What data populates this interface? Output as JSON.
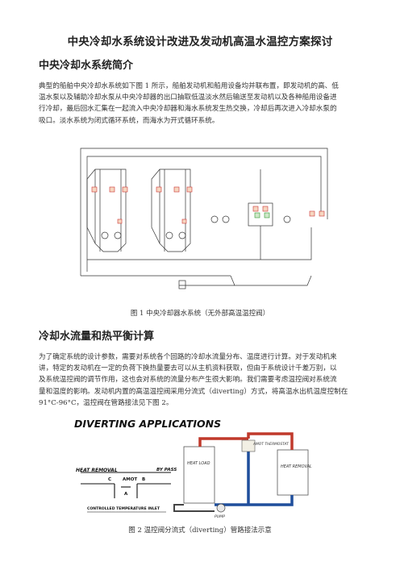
{
  "title": "中央冷却水系统设计改进及发动机高温水温控方案探讨",
  "section1": {
    "heading": "中央冷却水系统简介",
    "paragraph": [
      "典型的船舶中央冷却水系统如下图 1 所示，船舶发动机和船用设备均并联布置，即发动机的高、低",
      "温水泵以及辅助冷却水泵从中央冷却器的出口抽取低温淡水然后输送至发动机以及各种船用设备进",
      "行冷却，最后回水汇集在一起流入中央冷却器和海水系统发生热交换，冷却后再次进入冷却水泵的",
      "吸口。淡水系统为闭式循环系统，而海水为开式循环系统。"
    ]
  },
  "figure1": {
    "caption": "图 1 中央冷却器水系统（无外部高温温控阀）"
  },
  "section2": {
    "heading": "冷却水流量和热平衡计算",
    "paragraph": [
      "为了确定系统的设计参数，需要对系统各个回路的冷却水流量分布、温度进行计算。对于发动机来",
      "讲，特定的发动机在一定的负荷下换热量要去可以从主机资料获取，但由于系统设计千差万别，以",
      "及系统温控阀的调节作用，这也会对系统的流量分布产生很大影响。我们需要考虑温控阀对系统流",
      "量和温度的影响。发动机内置的高温温控阀采用分流式（diverting）方式，将高温水出机温度控制在",
      "91°C-96°C，温控阀在管路接法见下图 2。"
    ]
  },
  "figure2": {
    "banner": "DIVERTING APPLICATIONS",
    "heat_removal": "HEAT REMOVAL",
    "amot": "AMOT",
    "port_c": "C",
    "port_b": "B",
    "port_a": "A",
    "bypass": "BY PASS",
    "controlled_temp_inlet": "CONTROLLED TEMPERATURE INLET",
    "heat_load": "HEAT LOAD",
    "heat_removal_box": "HEAT REMOVAL",
    "amot_thermostat": "AMOT THERMOSTAT",
    "pump": "PUMP",
    "caption": "图 2 温控阀分流式（diverting）管路接法示意"
  }
}
